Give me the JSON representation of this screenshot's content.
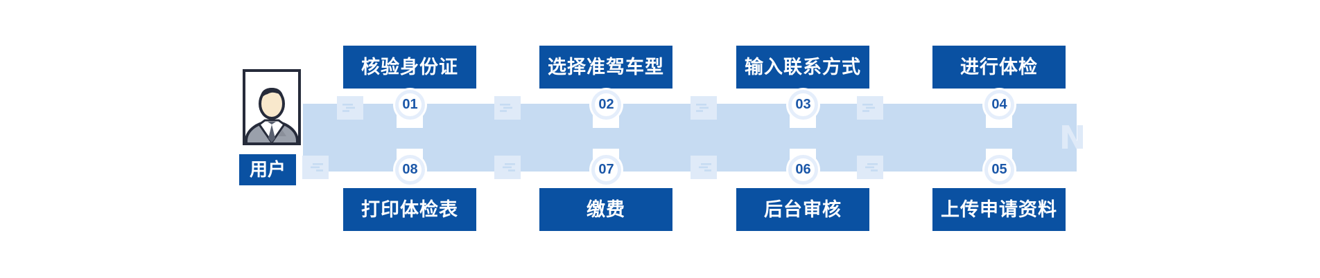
{
  "diagram": {
    "user": {
      "label": "用户"
    },
    "top_steps": [
      {
        "num": "01",
        "label": "核验身份证"
      },
      {
        "num": "02",
        "label": "选择准驾车型"
      },
      {
        "num": "03",
        "label": "输入联系方式"
      },
      {
        "num": "04",
        "label": "进行体检"
      }
    ],
    "bottom_steps": [
      {
        "num": "08",
        "label": "打印体检表"
      },
      {
        "num": "07",
        "label": "缴费"
      },
      {
        "num": "06",
        "label": "后台审核"
      },
      {
        "num": "05",
        "label": "上传申请资料"
      }
    ],
    "turn_glyph": "N",
    "colors": {
      "primary_blue": "#0a51a2",
      "band_blue": "#c6dbf2",
      "tile_blue": "#dfeaf8",
      "ring_blue": "#e5eefb",
      "number_blue": "#1b57a8",
      "text_on_primary": "#ffffff"
    }
  }
}
